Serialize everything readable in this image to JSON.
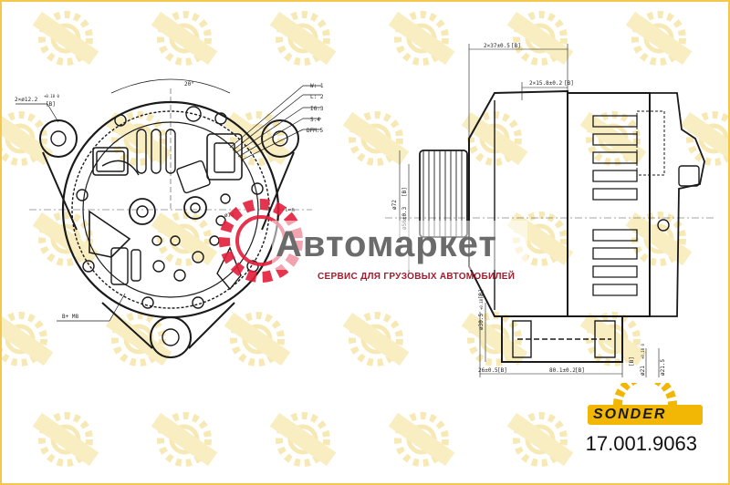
{
  "watermark": {
    "text": "SONDER",
    "color": "#f2c94c"
  },
  "brand_overlay": {
    "title": "Автомаркет",
    "subtitle": "СЕРВИС ДЛЯ ГРУЗОВЫХ АВТОМОБИЛЕЙ",
    "gear_color": "#e31e3b",
    "text_color": "#6b6b6b"
  },
  "front_view": {
    "angle_label": "20°",
    "hole_label": "2×ø12.2",
    "hole_tol": "+0.18 0",
    "hole_ref": "[B]",
    "stud_label": "B+ M8",
    "dim_d_label": "ø74",
    "dim_l_label": "l=n",
    "terminals": [
      "W: 1",
      "L: 2",
      "IG:3",
      "S:4",
      "DFM:5"
    ]
  },
  "side_view": {
    "dim_top": "2×37±0.5",
    "dim_top_ref": "[B]",
    "dim_mid": "2×15.8±0.2",
    "dim_mid_ref": "[B]",
    "dim_pulley_outer": "ø72",
    "dim_pulley_inner": "ø56±0.3",
    "dim_pulley_inner_ref": "[B]",
    "dim_boss": "ø30.5",
    "dim_boss_tol": "+0.18 0",
    "dim_boss_ref": "[B]",
    "dim_bottom_left": "26±0.5",
    "dim_bottom_left_ref": "[B]",
    "dim_bottom_right": "80.1±0.2",
    "dim_bottom_right_ref": "[B]",
    "dim_right_1": "ø21",
    "dim_right_1_tol": "+0.18 0",
    "dim_right_1_ref": "[B]",
    "dim_right_2": "ø21.5"
  },
  "logo": {
    "text": "SONDER",
    "color": "#f2b705"
  },
  "part_number": "17.001.9063"
}
